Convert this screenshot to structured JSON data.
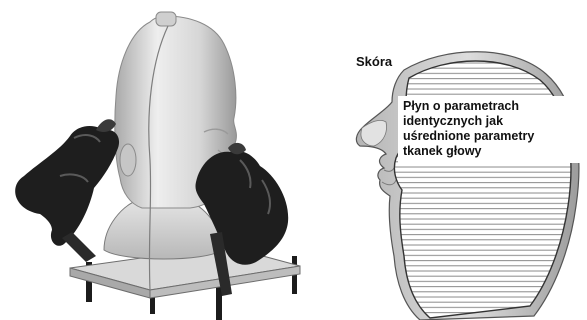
{
  "labels": {
    "skin": "Skóra",
    "fluid_lines": [
      "Płyn o parametrach",
      "identycznych jak",
      "uśrednione parametry",
      "tkanek głowy"
    ]
  },
  "colors": {
    "head_light": "#e8e8e8",
    "head_mid": "#c4c4c4",
    "head_dark": "#8e8e8e",
    "hand": "#1e1e1e",
    "hand_highlight": "#555555",
    "fluid_hatch": "#8a8a8a",
    "outline": "#444444"
  },
  "illustrations": {
    "left": "phantom-head-with-hands",
    "right": "head-cross-section-profile"
  }
}
